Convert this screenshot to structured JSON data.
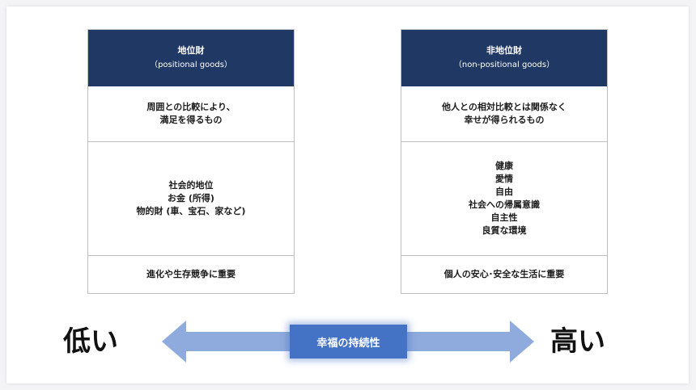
{
  "left_column": {
    "title": "地位財",
    "subtitle": "（positional goods）",
    "definition_lines": [
      "周囲との比較により、",
      "満足を得るもの"
    ],
    "example_lines": [
      "社会的地位",
      "お金 (所得)",
      "物的財 (車、宝石、家など)"
    ],
    "note": "進化や生存競争に重要"
  },
  "right_column": {
    "title": "非地位財",
    "subtitle": "（non-positional goods）",
    "definition_lines": [
      "他人との相対比較とは関係なく",
      "幸せが得られるもの"
    ],
    "example_lines": [
      "健康",
      "愛情",
      "自由",
      "社会への帰属意識",
      "自主性",
      "良質な環境"
    ],
    "note": "個人の安心･安全な生活に重要"
  },
  "axis": {
    "title": "幸福の持続性",
    "low_label": "低い",
    "high_label": "高い"
  },
  "colors": {
    "header_navy": "#203864",
    "arrow_blue": "#8faadc",
    "axis_box_blue": "#4472c4"
  }
}
